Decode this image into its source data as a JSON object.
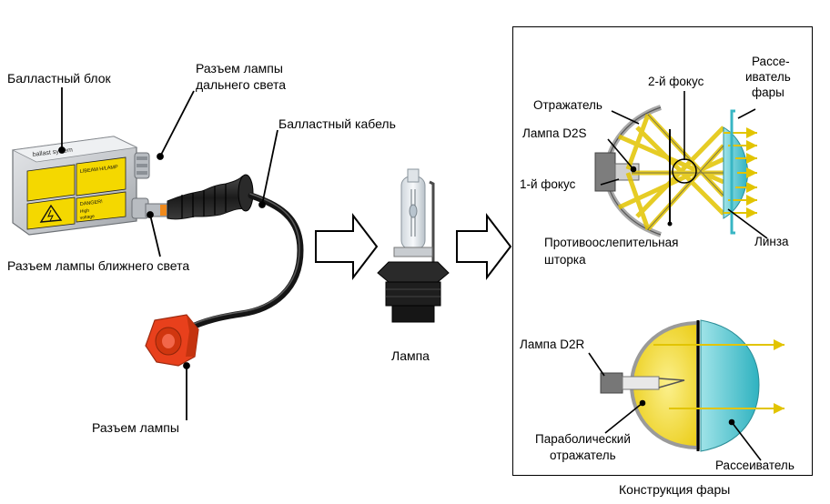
{
  "left_labels": {
    "ballast_block": "Балластный блок",
    "high_beam_connector_line1": "Разъем лампы",
    "high_beam_connector_line2": "дальнего света",
    "ballast_cable": "Балластный кабель",
    "low_beam_connector": "Разъем лампы ближнего света",
    "lamp_connector": "Разъем лампы",
    "lamp": "Лампа"
  },
  "ballast_device_text": {
    "brand": "ballast system",
    "beam": "L/BEAM  H/LAMP",
    "danger": "DANGER!",
    "high": "High",
    "voltage": "voltage"
  },
  "panel": {
    "caption": "Конструкция фары",
    "top": {
      "reflector": "Отражатель",
      "lamp_d2s": "Лампа D2S",
      "focus1": "1-й фокус",
      "focus2": "2-й фокус",
      "diffuser_line1": "Рассе-",
      "diffuser_line2": "иватель",
      "diffuser_line3": "фары",
      "shield_line1": "Противоослепительная",
      "shield_line2": "шторка",
      "lens": "Линза"
    },
    "bottom": {
      "lamp_d2r": "Лампа D2R",
      "parabolic_line1": "Параболический",
      "parabolic_line2": "отражатель",
      "diffuser": "Рассеиватель"
    }
  },
  "colors": {
    "ballast_body": "#c9ccd0",
    "warning_label": "#f4d800",
    "connector_red": "#e8401c",
    "cable_black": "#1a1a1a",
    "light_yellow": "#f3e25a",
    "lens_cyan": "#59c9d3",
    "reflector_grey": "#a9a9a9",
    "arrow_outline": "#000000"
  }
}
